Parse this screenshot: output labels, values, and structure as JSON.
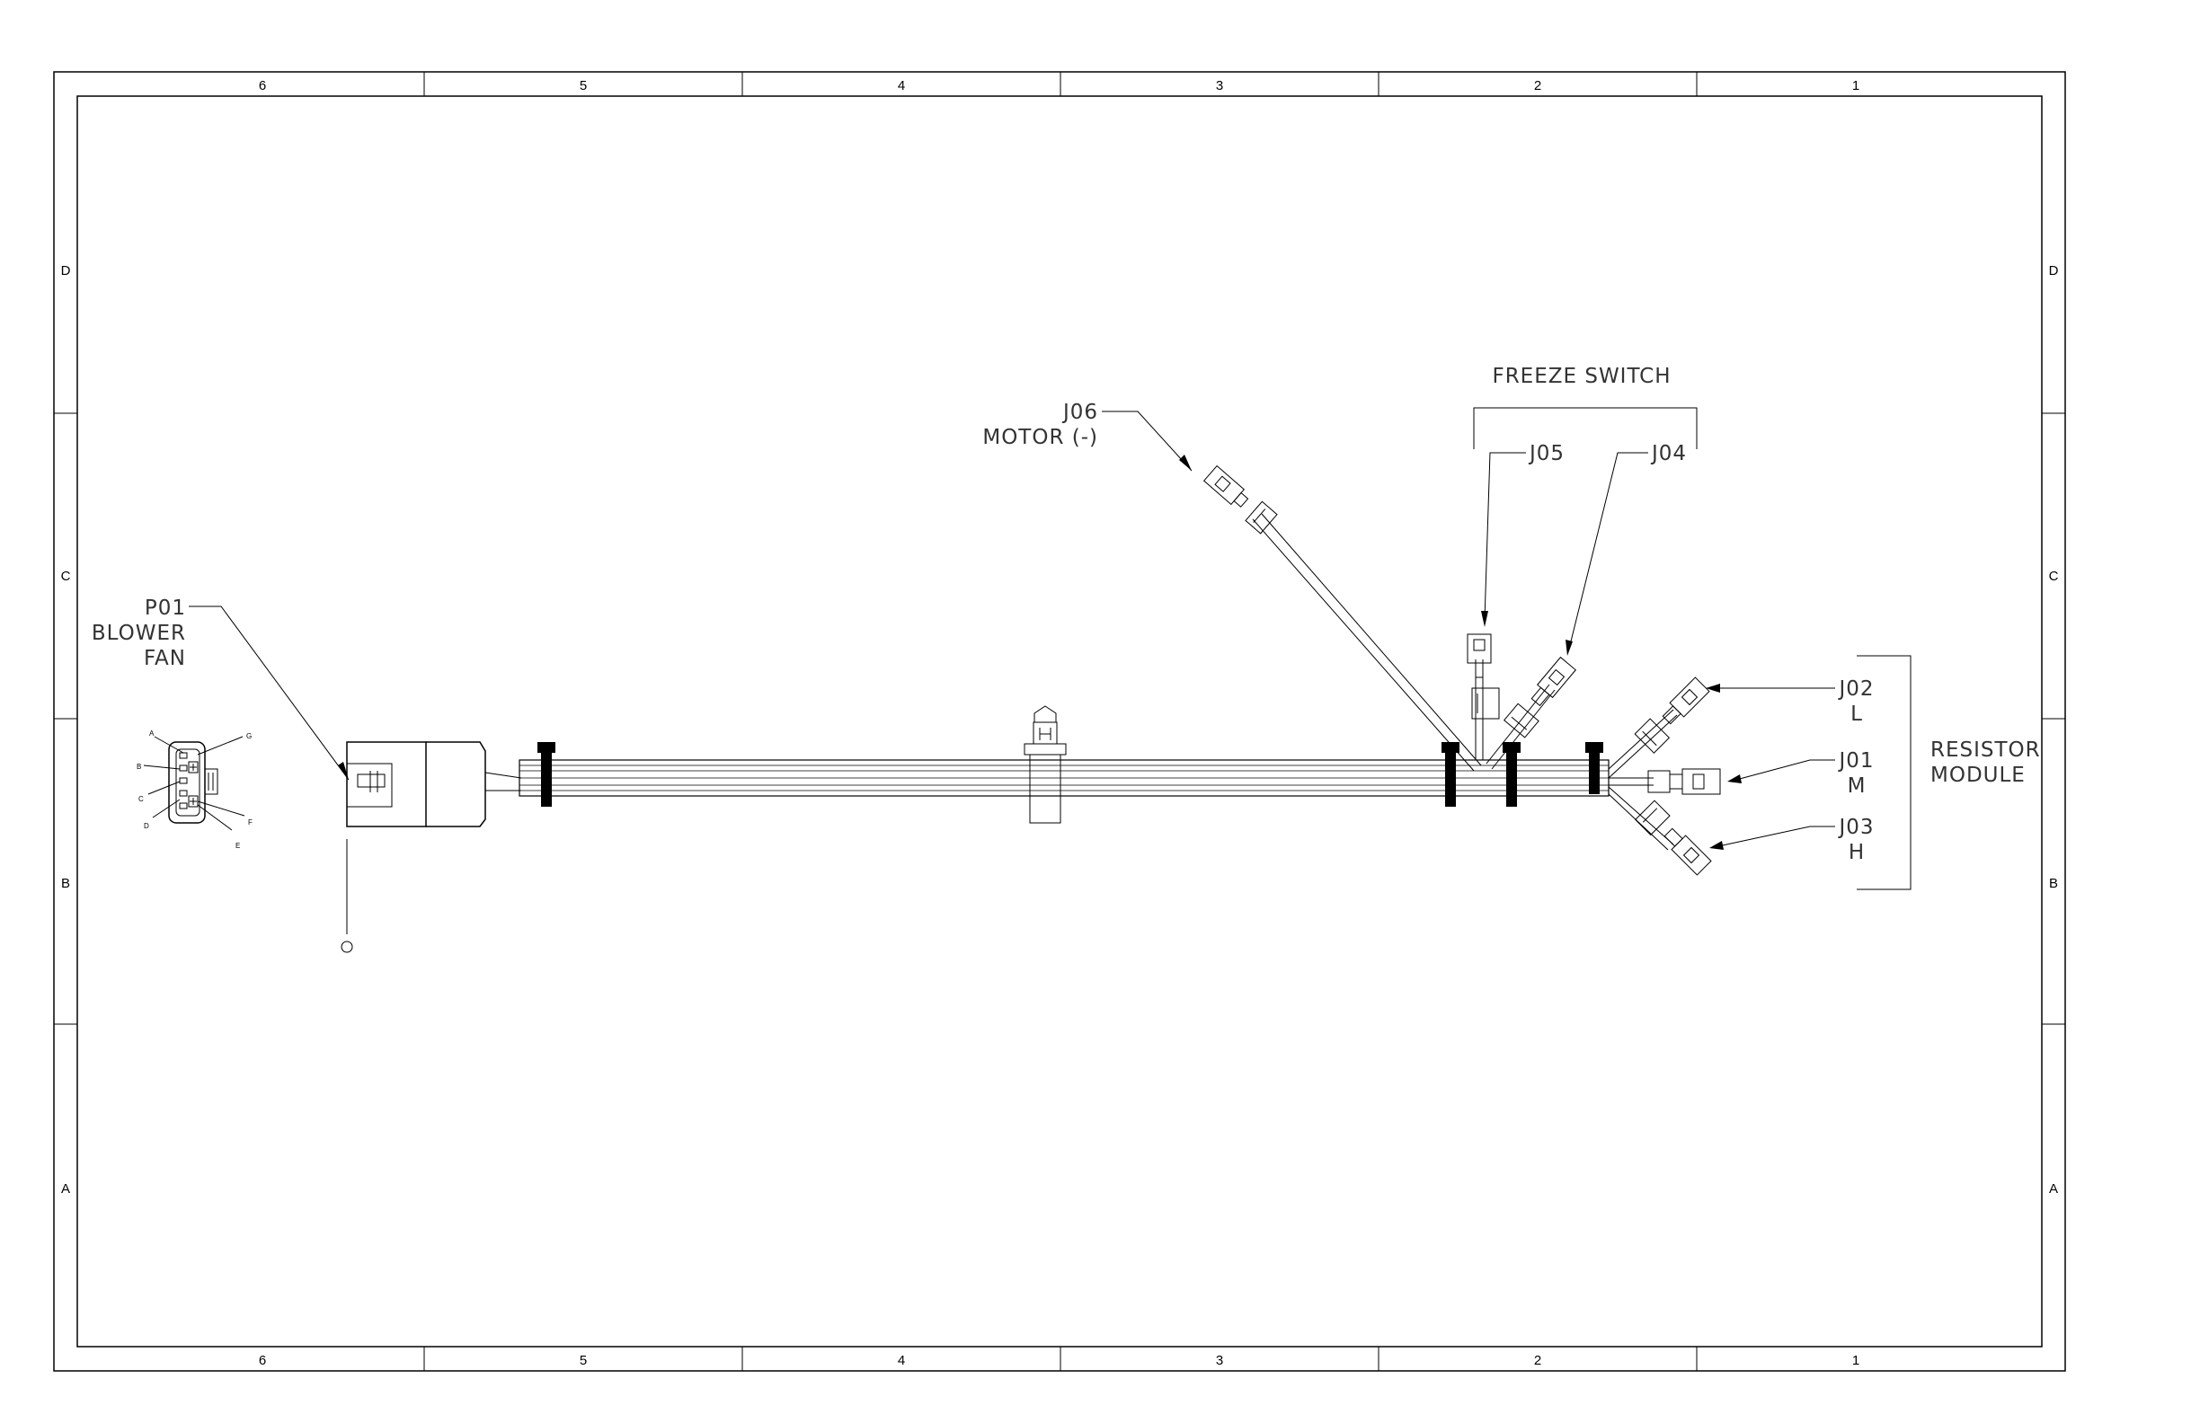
{
  "frame": {
    "columns": [
      "6",
      "5",
      "4",
      "3",
      "2",
      "1"
    ],
    "rows": [
      "D",
      "C",
      "B",
      "A"
    ]
  },
  "labels": {
    "p01": {
      "ref": "P01",
      "line1": "BLOWER",
      "line2": "FAN"
    },
    "j06": {
      "ref": "J06",
      "desc": "MOTOR (-)"
    },
    "freeze_switch": "FREEZE SWITCH",
    "j05": "J05",
    "j04": "J04",
    "j02": {
      "ref": "J02",
      "desc": "L"
    },
    "j01": {
      "ref": "J01",
      "desc": "M"
    },
    "j03": {
      "ref": "J03",
      "desc": "H"
    },
    "resistor_module": {
      "line1": "RESISTOR",
      "line2": "MODULE"
    },
    "p01_pins": [
      "A",
      "B",
      "C",
      "D",
      "E",
      "F",
      "G"
    ],
    "p01_pin_shown": "O"
  }
}
